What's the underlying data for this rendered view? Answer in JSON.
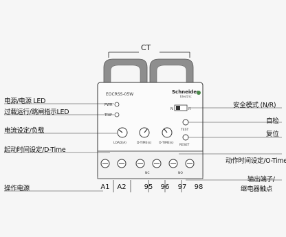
{
  "ct_label": "CT",
  "device": {
    "model": "EOCRSS-05W",
    "brand": "Schneider",
    "brand_sub": "Electric",
    "led_pwr": "PWR",
    "led_trip": "TRIP",
    "mode_n": "N",
    "mode_r": "R",
    "test": "TEST",
    "reset": "RESET",
    "dial_load": "LOAD(A)",
    "dial_dtime": "D-TIME(s)",
    "dial_otime": "O-TIME(s)",
    "terminal_nc": "NC",
    "terminal_no": "NO"
  },
  "left_labels": {
    "power_led": "电源/电源 LED",
    "overload_led": "过载运行/跳闸指示LED",
    "current_load": "电流设定/负载",
    "start_time": "起动时间设定/D-Time",
    "supply": "操作电源"
  },
  "right_labels": {
    "safe_mode": "安全模式 (N/R)",
    "self_test": "自检",
    "reset": "复位",
    "action_time": "动作时间设定/O-Time",
    "output_line1": "输出端子/",
    "output_line2": "继电器触点"
  },
  "terminals": [
    "A1",
    "A2",
    "95",
    "96",
    "97",
    "98"
  ],
  "colors": {
    "ct_ring": "#8e8e8e",
    "body": "#fbfbfb",
    "outline": "#333333"
  }
}
